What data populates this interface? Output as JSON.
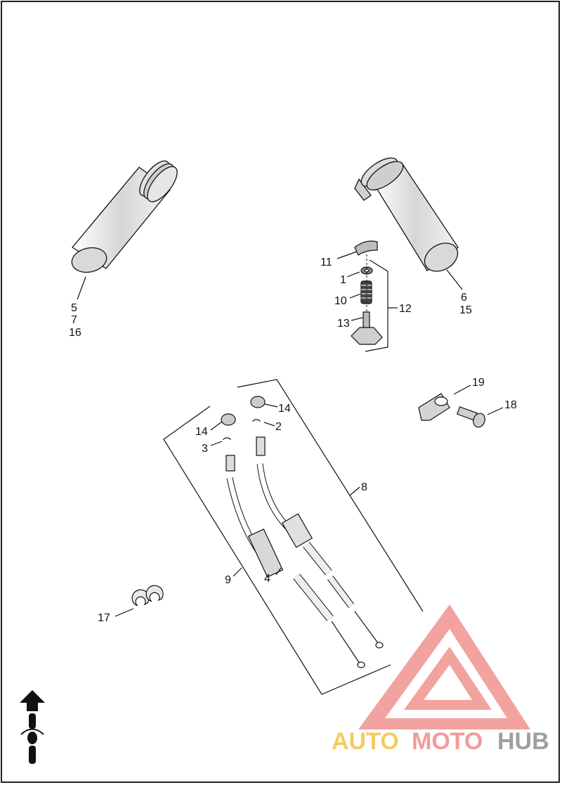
{
  "callouts": {
    "c1": "1",
    "c2": "2",
    "c3": "3",
    "c4": "4",
    "c5": "5",
    "c7": "7",
    "c16": "16",
    "c6": "6",
    "c15": "15",
    "c8": "8",
    "c9": "9",
    "c10": "10",
    "c11": "11",
    "c12": "12",
    "c13": "13",
    "c14a": "14",
    "c14b": "14",
    "c17": "17",
    "c18": "18",
    "c19": "19"
  },
  "watermark": {
    "auto": "AUTO",
    "moto": "MOTO",
    "hub": "HUB",
    "colors": {
      "auto": "#f3c24a",
      "moto": "#f08a8a",
      "hub": "#8f8f8f",
      "logo": "#f0938f"
    }
  },
  "icons": {
    "front_arrow": "direction-arrow-icon",
    "motorcycle": "motorcycle-front-icon"
  }
}
